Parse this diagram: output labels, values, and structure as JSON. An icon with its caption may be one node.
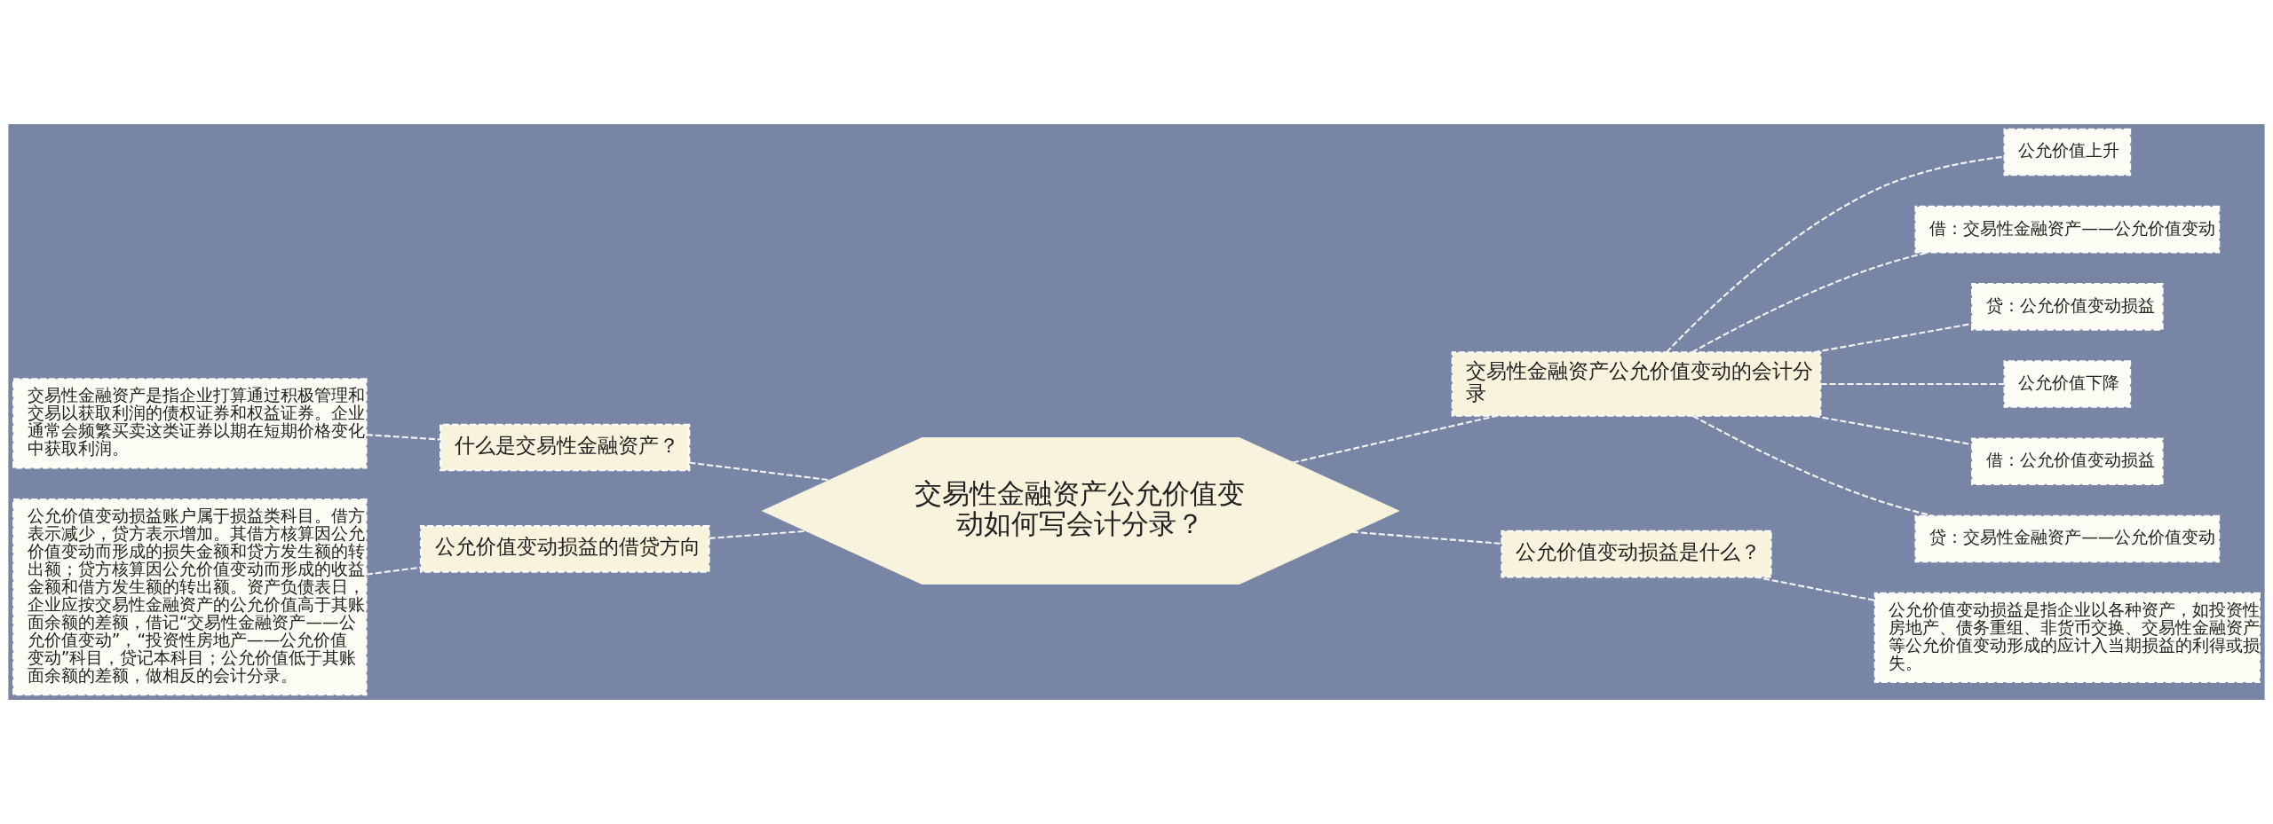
{
  "diagram": {
    "nodes": [
      {
        "text": [
          "交易性金融资产公允价值变动如何写会计分录？"
        ]
      },
      {
        "text": [
          "什么是交易性金融资产？"
        ]
      },
      {
        "text": [
          "交易性金融资产是指企业打算通过积极管理和交易以获取利润的债权证券和权益证券。企业通常会频繁买卖这类证券以期在短期价格变化中获取利润。"
        ]
      },
      {
        "text": [
          "公允价值变动损益的借贷方向"
        ]
      },
      {
        "text": [
          "公允价值变动损益账户属于损益类科目。借方表示减少，贷方表示增加。其借方核算因公允价值变动而形成的损失金额和贷方发生额的转出额；贷方核算因公允价值变动而形成的收益金额和借方发生额的转出额。资产负债表日，企业应按交易性金融资产的公允价值高于其账面余额的差额，借记“交易性金融资产——公允价值变动”，“投资性房地产——公允价值变动”科目，贷记本科目；公允价值低于其账面余额的差额，做相反的会计分录。"
        ]
      },
      {
        "text": [
          "交易性金融资产公允价值变动的会计分录"
        ]
      },
      {
        "text": [
          "公允价值上升"
        ]
      },
      {
        "text": [
          "借：交易性金融资产——公允价值变动"
        ]
      },
      {
        "text": [
          "贷：公允价值变动损益"
        ]
      },
      {
        "text": [
          "公允价值下降"
        ]
      },
      {
        "text": [
          "借：公允价值变动损益"
        ]
      },
      {
        "text": [
          "贷：交易性金融资产——公允价值变动"
        ]
      },
      {
        "text": [
          "公允价值变动损益是什么？"
        ]
      },
      {
        "text": [
          "公允价值变动损益是指企业以各种资产，如投资性房地产、债务重组、非货币交换、交易性金融资产等公允价值变动形成的应计入当期损益的利得或损失。"
        ]
      }
    ],
    "edges": [
      {
        "from": 0,
        "to": 1,
        "arrow": "none",
        "style": "dashed"
      },
      {
        "from": 1,
        "to": 2,
        "arrow": "none",
        "style": "dashed"
      },
      {
        "from": 0,
        "to": 3,
        "arrow": "none",
        "style": "dashed"
      },
      {
        "from": 3,
        "to": 4,
        "arrow": "none",
        "style": "dashed"
      },
      {
        "from": 0,
        "to": 5,
        "arrow": "none",
        "style": "dashed"
      },
      {
        "from": 5,
        "to": 6,
        "arrow": "none",
        "style": "dashed"
      },
      {
        "from": 5,
        "to": 7,
        "arrow": "none",
        "style": "dashed"
      },
      {
        "from": 5,
        "to": 8,
        "arrow": "none",
        "style": "dashed"
      },
      {
        "from": 5,
        "to": 9,
        "arrow": "none",
        "style": "dashed"
      },
      {
        "from": 5,
        "to": 10,
        "arrow": "none",
        "style": "dashed"
      },
      {
        "from": 5,
        "to": 11,
        "arrow": "none",
        "style": "dashed"
      },
      {
        "from": 0,
        "to": 12,
        "arrow": "none",
        "style": "dashed"
      },
      {
        "from": 12,
        "to": 13,
        "arrow": "none",
        "style": "dashed"
      }
    ]
  }
}
